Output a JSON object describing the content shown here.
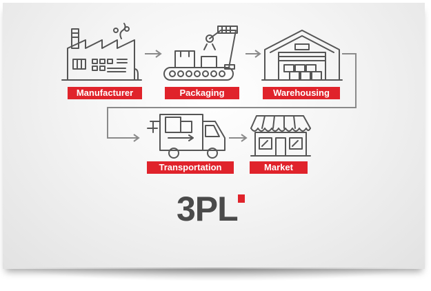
{
  "colors": {
    "accent": "#e0232b",
    "icon_stroke": "#555555",
    "arrow": "#8a8a8a",
    "logo": "#4a4a4a"
  },
  "steps": [
    {
      "label": "Manufacturer",
      "icon": "factory-icon"
    },
    {
      "label": "Packaging",
      "icon": "robotic-arm-conveyor-icon"
    },
    {
      "label": "Warehousing",
      "icon": "warehouse-icon"
    },
    {
      "label": "Transportation",
      "icon": "delivery-truck-icon"
    },
    {
      "label": "Market",
      "icon": "storefront-icon"
    }
  ],
  "logo": {
    "text": "3PL"
  }
}
